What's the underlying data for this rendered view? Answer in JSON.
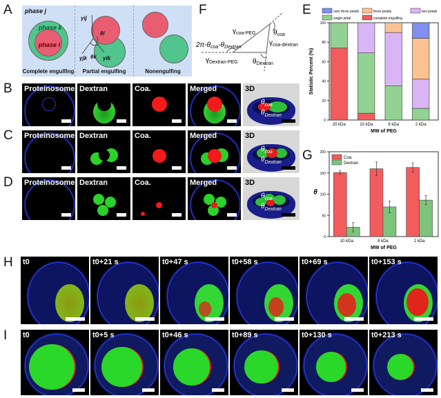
{
  "panel_letters": {
    "A": "A",
    "B": "B",
    "C": "C",
    "D": "D",
    "E": "E",
    "F": "F",
    "G": "G",
    "H": "H",
    "I": "I"
  },
  "panelA": {
    "phase_j": "phase j",
    "phase_k": "phase k",
    "phase_i": "phase i",
    "gamma_ij": "γij",
    "gamma_jk": "γjk",
    "gamma_ik": "γik",
    "theta_i": "θi",
    "theta_k": "θk",
    "captions": [
      "Complete engulfing",
      "Partial engulfing",
      "Nonengulfing"
    ]
  },
  "panelF": {
    "gamma_coa_peg": "γ",
    "gamma_coa_peg_sub": "coa-PEG",
    "theta_coa": "θ",
    "theta_coa_sub": "coa",
    "gamma_coa_dextran": "γ",
    "gamma_coa_dextran_sub": "coa-dextran",
    "angle_expr_a": "2π-θ",
    "angle_expr_sub1": "coa",
    "angle_expr_b": "-θ",
    "angle_expr_sub2": "Dextran",
    "gamma_dextran_peg": "γ",
    "gamma_dextran_peg_sub": "Dextran-PEG",
    "theta_dextran": "θ",
    "theta_dextran_sub": "Dextran"
  },
  "channels": [
    "Proteinosome",
    "Dextran",
    "Coa.",
    "Merged",
    "3D"
  ],
  "panel3D": {
    "theta": "θ",
    "coa": "coa",
    "dextran": "Dextran"
  },
  "timelapse_H": [
    "t0",
    "t0+21 s",
    "t0+47 s",
    "t0+58 s",
    "t0+69 s",
    "t0+153 s"
  ],
  "timelapse_I": [
    "t0",
    "t0+5 s",
    "t0+46 s",
    "t0+89 s",
    "t0+130 s",
    "t0+213 s"
  ],
  "chart_data": [
    {
      "type": "bar",
      "stacked": true,
      "panel": "E",
      "title": "",
      "xlabel": "MW of PEG",
      "ylabel": "Statistic Percent (%)",
      "ylim": [
        0,
        100
      ],
      "yticks": [
        "0",
        "20",
        "40",
        "60",
        "80",
        "100"
      ],
      "categories": [
        "20 kDa",
        "10 kDa",
        "8 kDa",
        "2 kDa"
      ],
      "legend_position": "top",
      "series": [
        {
          "name": "complete engulfing",
          "color": "#f25c5c",
          "values": [
            74,
            7,
            0,
            0
          ]
        },
        {
          "name": "single petal",
          "color": "#92d292",
          "values": [
            26,
            62,
            35,
            12
          ]
        },
        {
          "name": "two petals",
          "color": "#d9b5f6",
          "values": [
            0,
            31,
            55,
            30
          ]
        },
        {
          "name": "three petals",
          "color": "#fcc292",
          "values": [
            0,
            0,
            10,
            42
          ]
        },
        {
          "name": "over three petals",
          "color": "#7f90f0",
          "values": [
            0,
            0,
            0,
            16
          ]
        }
      ],
      "legend_order": [
        "over three petals",
        "three petals",
        "two petals",
        "single petal",
        "complete engulfing"
      ]
    },
    {
      "type": "bar",
      "panel": "G",
      "title": "",
      "xlabel": "MW of PEG",
      "ylabel": "θ",
      "ylim": [
        0,
        200
      ],
      "yticks": [
        "0",
        "50",
        "100",
        "150",
        "200"
      ],
      "categories": [
        "10 kDa",
        "8 kDa",
        "2 kDa"
      ],
      "legend_position": "top-left",
      "series": [
        {
          "name": "Coa.",
          "color": "#f25c5c",
          "values": [
            151,
            160,
            163
          ],
          "errors": [
            4,
            16,
            11
          ]
        },
        {
          "name": "Dextran",
          "color": "#7cc47c",
          "values": [
            22,
            70,
            86
          ],
          "errors": [
            11,
            14,
            11
          ]
        }
      ]
    }
  ]
}
